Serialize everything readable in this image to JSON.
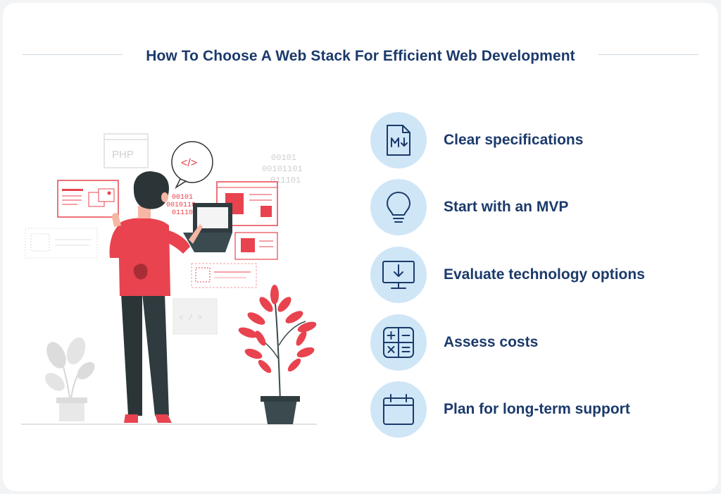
{
  "title": "How To Choose A Web Stack For Efficient Web Development",
  "illustration": {
    "php_label": "PHP",
    "code_tag": "</>",
    "binary_right": [
      "00101",
      "00101101",
      "011101"
    ],
    "binary_left": [
      "00101",
      "0010110",
      "011101"
    ],
    "code_panel": "< / >"
  },
  "items": [
    {
      "label": "Clear specifications",
      "icon": "markdown-file-icon"
    },
    {
      "label": "Start with an MVP",
      "icon": "lightbulb-icon"
    },
    {
      "label": "Evaluate technology options",
      "icon": "monitor-download-icon"
    },
    {
      "label": "Assess costs",
      "icon": "calculator-icon"
    },
    {
      "label": "Plan for long-term support",
      "icon": "calendar-icon"
    }
  ],
  "colors": {
    "primary": "#1b3a6b",
    "accent": "#e8434f",
    "icon_bg": "#cfe6f7",
    "icon_stroke": "#1b3a6b"
  }
}
